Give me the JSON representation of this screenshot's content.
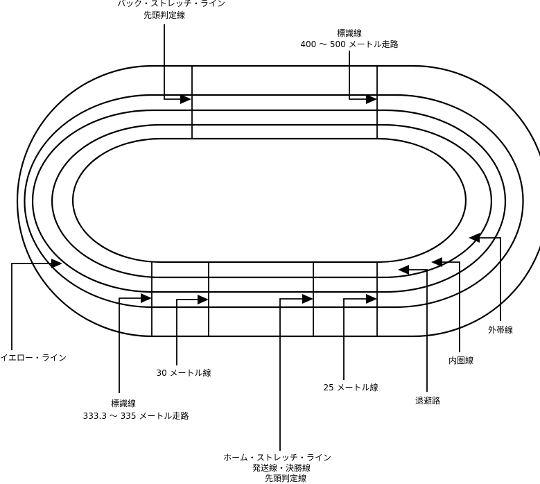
{
  "labels": {
    "back_stretch_line": "バック・ストレッチ・ライン",
    "back_finish_line": "先頭判定線",
    "marker_upper_title": "標識線",
    "marker_upper_range": "400 ～ 500 メートル走路",
    "outer_belt_line": "外帯線",
    "inner_circle_line": "内圏線",
    "retreat_path": "退避路",
    "line_25m": "25 メートル線",
    "line_30m": "30 メートル線",
    "yellow_line": "イエロー・ライン",
    "marker_lower_title": "標識線",
    "marker_lower_range": "333.3 ～ 335 メートル走路",
    "home_stretch_line": "ホーム・ストレッチ・ライン",
    "start_finish_line": "発送線・決勝線",
    "home_finish_line": "先頭判定線"
  }
}
